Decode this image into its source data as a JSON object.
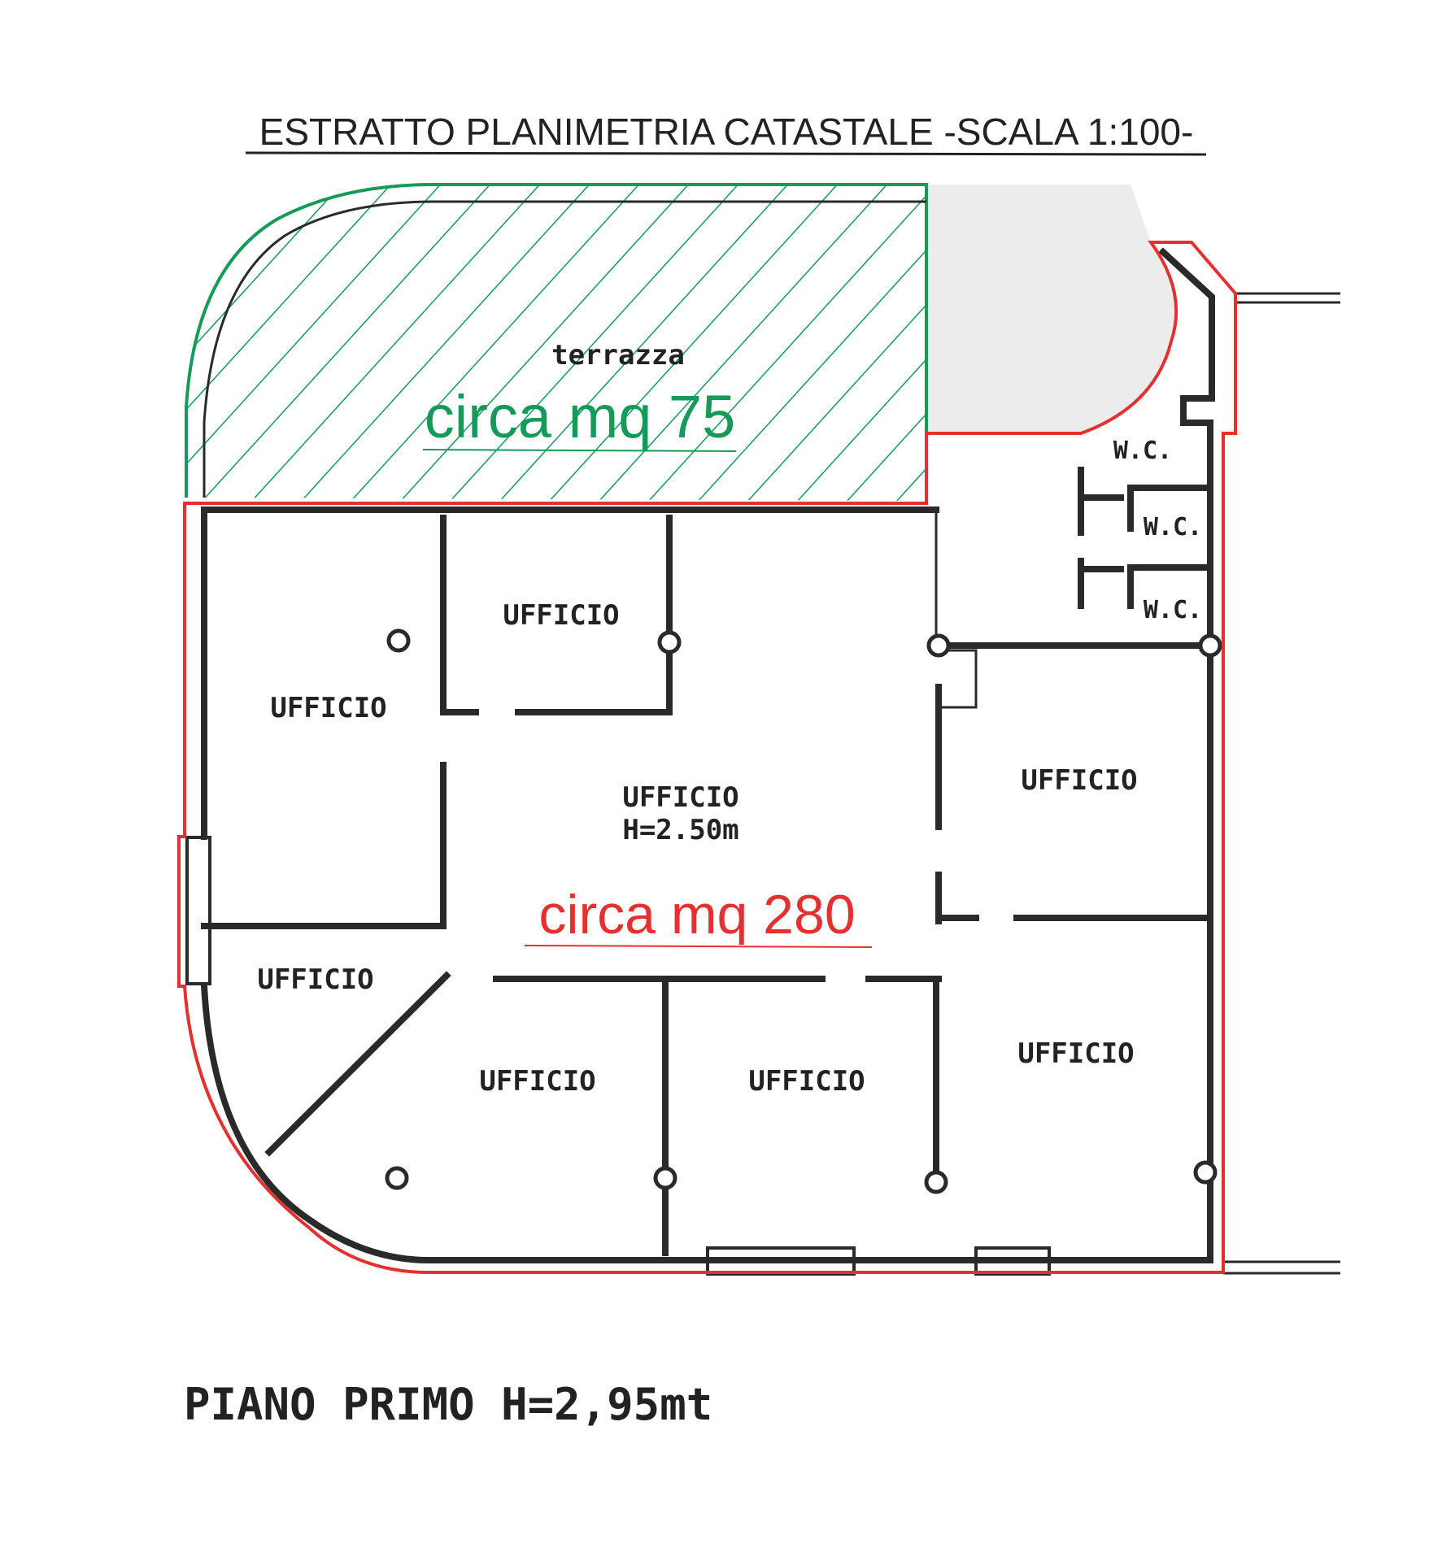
{
  "title": "ESTRATTO PLANIMETRIA CATASTALE -SCALA 1:100-",
  "terrace": {
    "label": "terrazza",
    "area": "circa mq 75"
  },
  "office_area": "circa mq 280",
  "rooms": [
    {
      "label": "UFFICIO"
    },
    {
      "label": "UFFICIO"
    },
    {
      "label": "UFFICIO",
      "height": "H=2.50m"
    },
    {
      "label": "UFFICIO"
    },
    {
      "label": "UFFICIO"
    },
    {
      "label": "UFFICIO"
    },
    {
      "label": "UFFICIO"
    },
    {
      "label": "UFFICIO"
    }
  ],
  "wc": [
    "W.C.",
    "W.C.",
    "W.C."
  ],
  "floor_label": "PIANO PRIMO H=2,95mt",
  "colors": {
    "terrace": "#169a5a",
    "office": "#e53030",
    "service": "#ececec"
  }
}
